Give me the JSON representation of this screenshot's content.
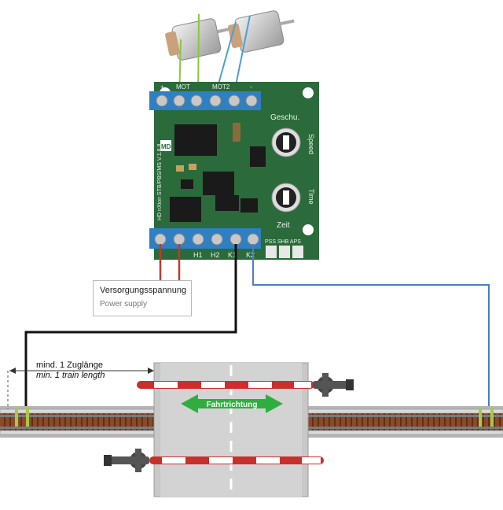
{
  "board": {
    "brand_logo": "MD",
    "product_label": "HD nXion STB/PBS/MS V.1.8.8",
    "header_top_labels": [
      "+",
      "MOT",
      "MOT2",
      "-"
    ],
    "header_bottom_labels": [
      "H1",
      "H2",
      "K1",
      "K2"
    ],
    "pot_speed_de": "Geschu.",
    "pot_speed_en": "Speed",
    "pot_time_de": "Zeit",
    "pot_time_en": "Time",
    "jumper_labels": "PSS SHB APS"
  },
  "power_label": {
    "de": "Versorgungsspannung",
    "en": "Power supply"
  },
  "distance_label": {
    "de": "mind. 1 Zuglänge",
    "en": "min. 1 train length"
  },
  "direction_label": "Fahrtrichtung",
  "colors": {
    "board_green": "#2b6a3a",
    "terminal_blue": "#2f7fc3",
    "wire_green": "#8cc63f",
    "wire_blue": "#4a7fc0",
    "wire_red": "#c0392b",
    "wire_black": "#111111",
    "direction_arrow": "#2fae3f",
    "barrier_red": "#c9302c"
  }
}
